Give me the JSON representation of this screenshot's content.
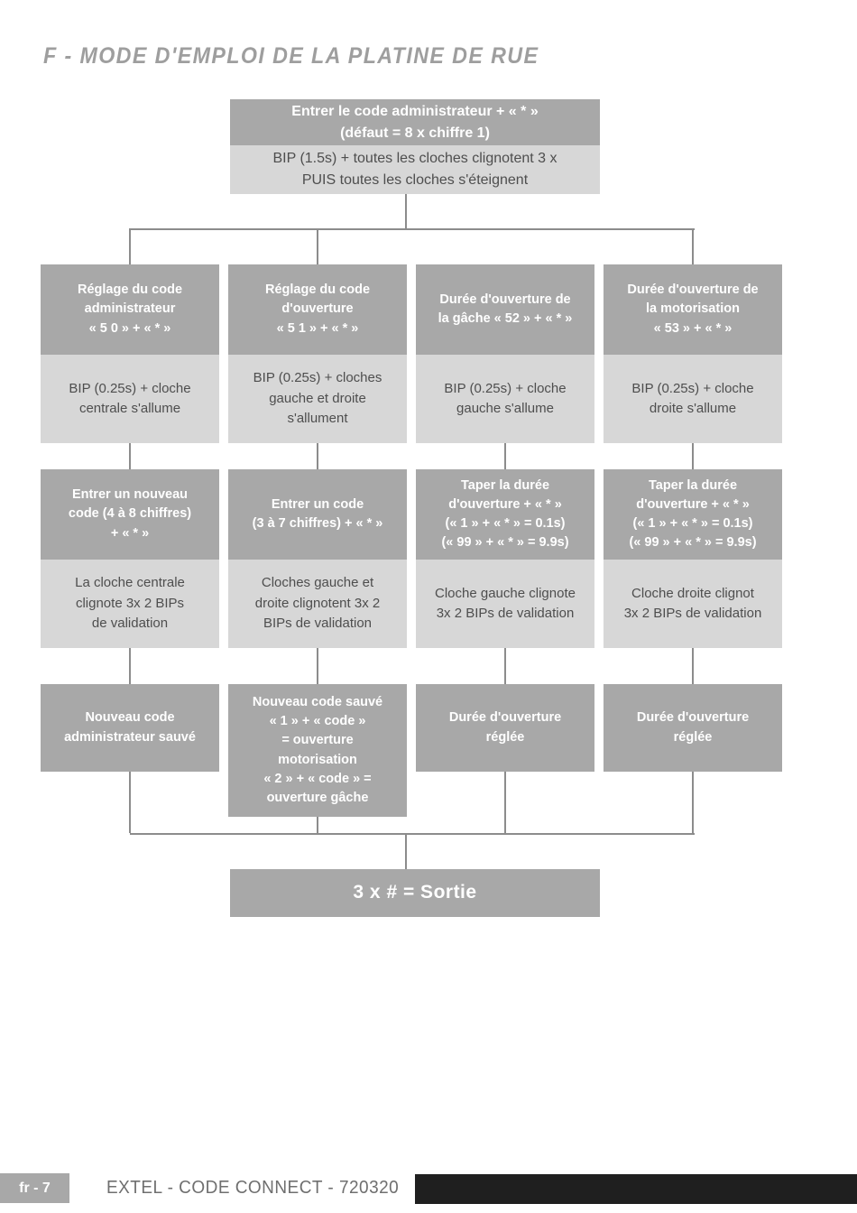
{
  "page": {
    "title": "F - MODE D'EMPLOI DE LA PLATINE DE RUE"
  },
  "flowchart": {
    "root": {
      "action": "Entrer le code administrateur + « * »\n(défaut = 8 x chiffre 1)",
      "result": "BIP (1.5s) + toutes les cloches clignotent 3 x\nPUIS toutes les cloches s'éteignent"
    },
    "branches": [
      {
        "setting": "Réglage du code\nadministrateur\n« 5 0 » + « * »",
        "feedback1": "BIP (0.25s) + cloche\ncentrale s'allume",
        "input": "Entrer un nouveau\ncode (4 à 8 chiffres)\n+ « * »",
        "feedback2": "La cloche centrale\nclignote 3x 2 BIPs\nde validation",
        "confirmation": "Nouveau code\nadministrateur sauvé"
      },
      {
        "setting": "Réglage du code\nd'ouverture\n« 5 1 » + « * »",
        "feedback1": "BIP (0.25s) + cloches\ngauche et droite\ns'allument",
        "input": "Entrer un code\n(3 à 7 chiffres) + « * »",
        "feedback2": "Cloches gauche et\ndroite clignotent 3x 2\nBIPs de validation",
        "confirmation": "Nouveau code sauvé\n« 1 » + « code »\n= ouverture\nmotorisation\n« 2 » + « code » =\nouverture gâche"
      },
      {
        "setting": "Durée d'ouverture de\nla gâche « 52 » + « * »",
        "feedback1": "BIP (0.25s) + cloche\ngauche s'allume",
        "input": "Taper la durée\nd'ouverture + « * »\n(« 1 » + « * » = 0.1s)\n(« 99 » + « * » = 9.9s)",
        "feedback2": "Cloche gauche clignote\n3x 2 BIPs de validation",
        "confirmation": "Durée d'ouverture\nréglée"
      },
      {
        "setting": "Durée d'ouverture de\nla motorisation\n«  53 » + « * »",
        "feedback1": "BIP (0.25s) + cloche\ndroite s'allume",
        "input": "Taper la durée\nd'ouverture + « * »\n(« 1 » + « * » = 0.1s)\n(« 99 » + « * » = 9.9s)",
        "feedback2": "Cloche droite clignot\n3x 2 BIPs de validation",
        "confirmation": "Durée d'ouverture\nréglée"
      }
    ],
    "exit_label": "3 x # = Sortie"
  },
  "footer": {
    "page_badge": "fr - 7",
    "product_line": "EXTEL - CODE CONNECT - 720320"
  },
  "colors": {
    "box_dark": "#a8a8a8",
    "box_light": "#d7d7d7",
    "text_on_dark": "#ffffff",
    "text_on_light": "#4e4e4e",
    "connector": "#8c8c8c",
    "title_gray": "#9e9e9e",
    "footer_bar_black": "#1f1f1f"
  }
}
